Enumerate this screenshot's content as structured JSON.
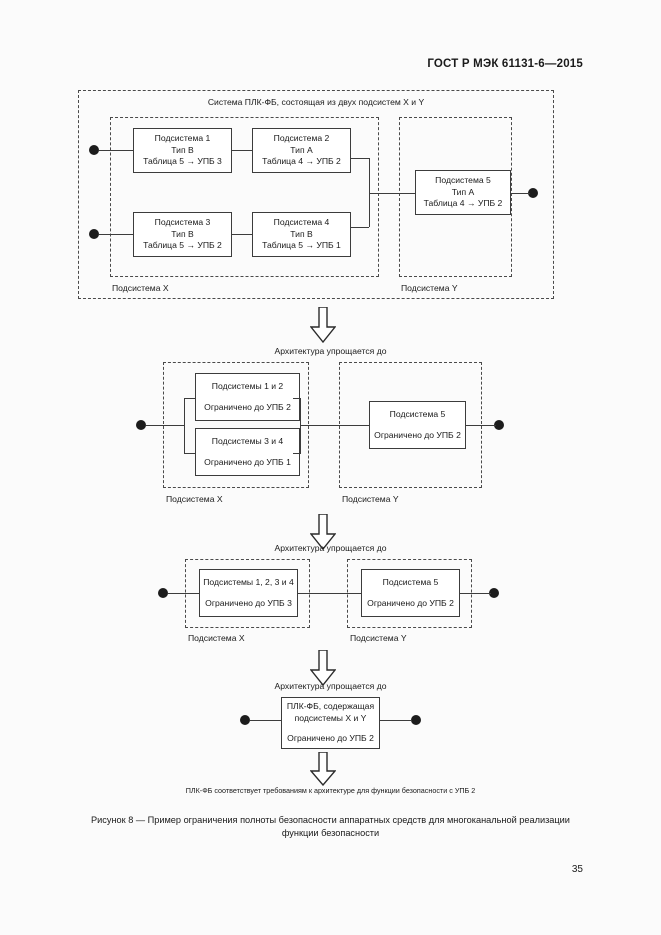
{
  "document": {
    "header": "ГОСТ Р МЭК 61131-6—2015",
    "page_number": "35"
  },
  "stage1": {
    "title": "Система ПЛК-ФБ, состоящая из двух подсистем X и Y",
    "subsystem_x_label": "Подсистема X",
    "subsystem_y_label": "Подсистема Y",
    "boxes": [
      {
        "line1": "Подсистема 1",
        "line2": "Тип B",
        "line3": "Таблица 5 → УПБ 3"
      },
      {
        "line1": "Подсистема 2",
        "line2": "Тип A",
        "line3": "Таблица 4 → УПБ 2"
      },
      {
        "line1": "Подсистема 3",
        "line2": "Тип B",
        "line3": "Таблица 5 → УПБ 2"
      },
      {
        "line1": "Подсистема 4",
        "line2": "Тип B",
        "line3": "Таблица 5  → УПБ 1"
      },
      {
        "line1": "Подсистема 5",
        "line2": "Тип A",
        "line3": "Таблица 4 → УПБ 2"
      }
    ]
  },
  "transition1": {
    "label": "Архитектура упрощается до"
  },
  "stage2": {
    "subsystem_x_label": "Подсистема X",
    "subsystem_y_label": "Подсистема Y",
    "boxes": [
      {
        "line1": "Подсистемы 1 и 2",
        "line2": "Ограничено до УПБ 2"
      },
      {
        "line1": "Подсистемы 3 и 4",
        "line2": "Ограничено до УПБ 1"
      },
      {
        "line1": "Подсистема 5",
        "line2": "Ограничено до УПБ 2"
      }
    ]
  },
  "transition2": {
    "label": "Архитектура упрощается до"
  },
  "stage3": {
    "subsystem_x_label": "Подсистема X",
    "subsystem_y_label": "Подсистема Y",
    "boxes": [
      {
        "line1": "Подсистемы 1, 2, 3 и 4",
        "line2": "Ограничено до УПБ 3"
      },
      {
        "line1": "Подсистема 5",
        "line2": "Ограничено до УПБ 2"
      }
    ]
  },
  "transition3": {
    "label": "Архитектура упрощается до"
  },
  "stage4": {
    "box": {
      "line1": "ПЛК-ФБ, содержащая",
      "line2": "подсистемы X и Y",
      "line3": "Ограничено до УПБ 2"
    }
  },
  "conclusion": {
    "text": "ПЛК-ФБ соответствует требованиям к архитектуре для функции безопасности с УПБ 2"
  },
  "figure_caption": {
    "line1": "Рисунок 8 — Пример ограничения полноты безопасности аппаратных средств для многоканальной реализации",
    "line2": "функции безопасности"
  }
}
